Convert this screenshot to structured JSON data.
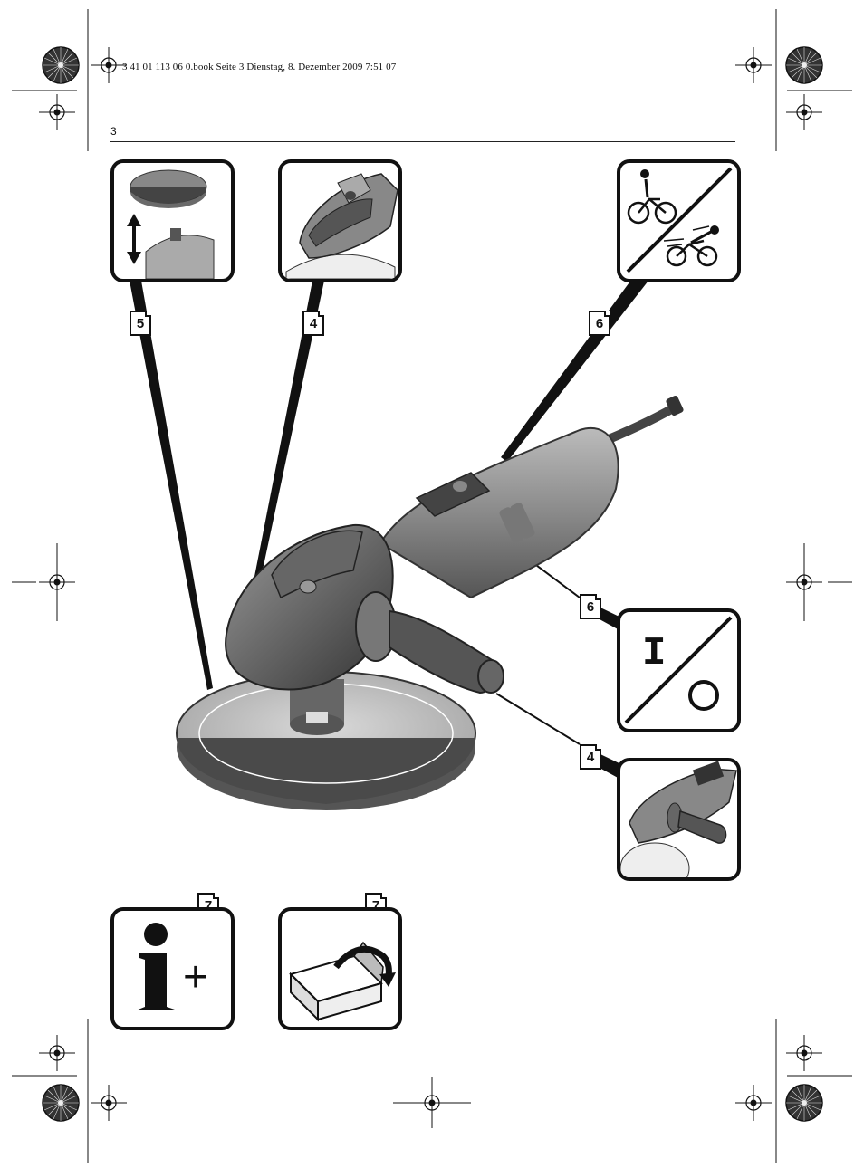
{
  "header": {
    "file_line": "3 41 01 113 06 0.book  Seite 3  Dienstag, 8. Dezember 2009  7:51 07",
    "page_number": "3"
  },
  "figure_refs": {
    "pad_change": "5",
    "lock_lever": "4",
    "speed_wheel": "6",
    "on_off": "6",
    "aux_handle": "4",
    "info": "7",
    "storage": "7"
  },
  "icons": {
    "on_symbol": "I",
    "info_plus": "+"
  }
}
